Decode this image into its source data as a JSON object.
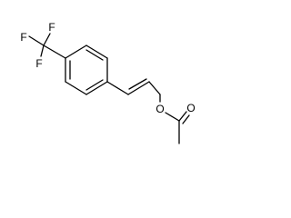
{
  "molecule": {
    "atoms": {
      "f_top_left": "F",
      "f_top_right": "F",
      "f_bottom": "F",
      "ester_oxygen": "O",
      "carbonyl_oxygen": "O"
    }
  },
  "colors": {
    "bond": "#000000",
    "text": "#000000",
    "background": "#ffffff"
  }
}
